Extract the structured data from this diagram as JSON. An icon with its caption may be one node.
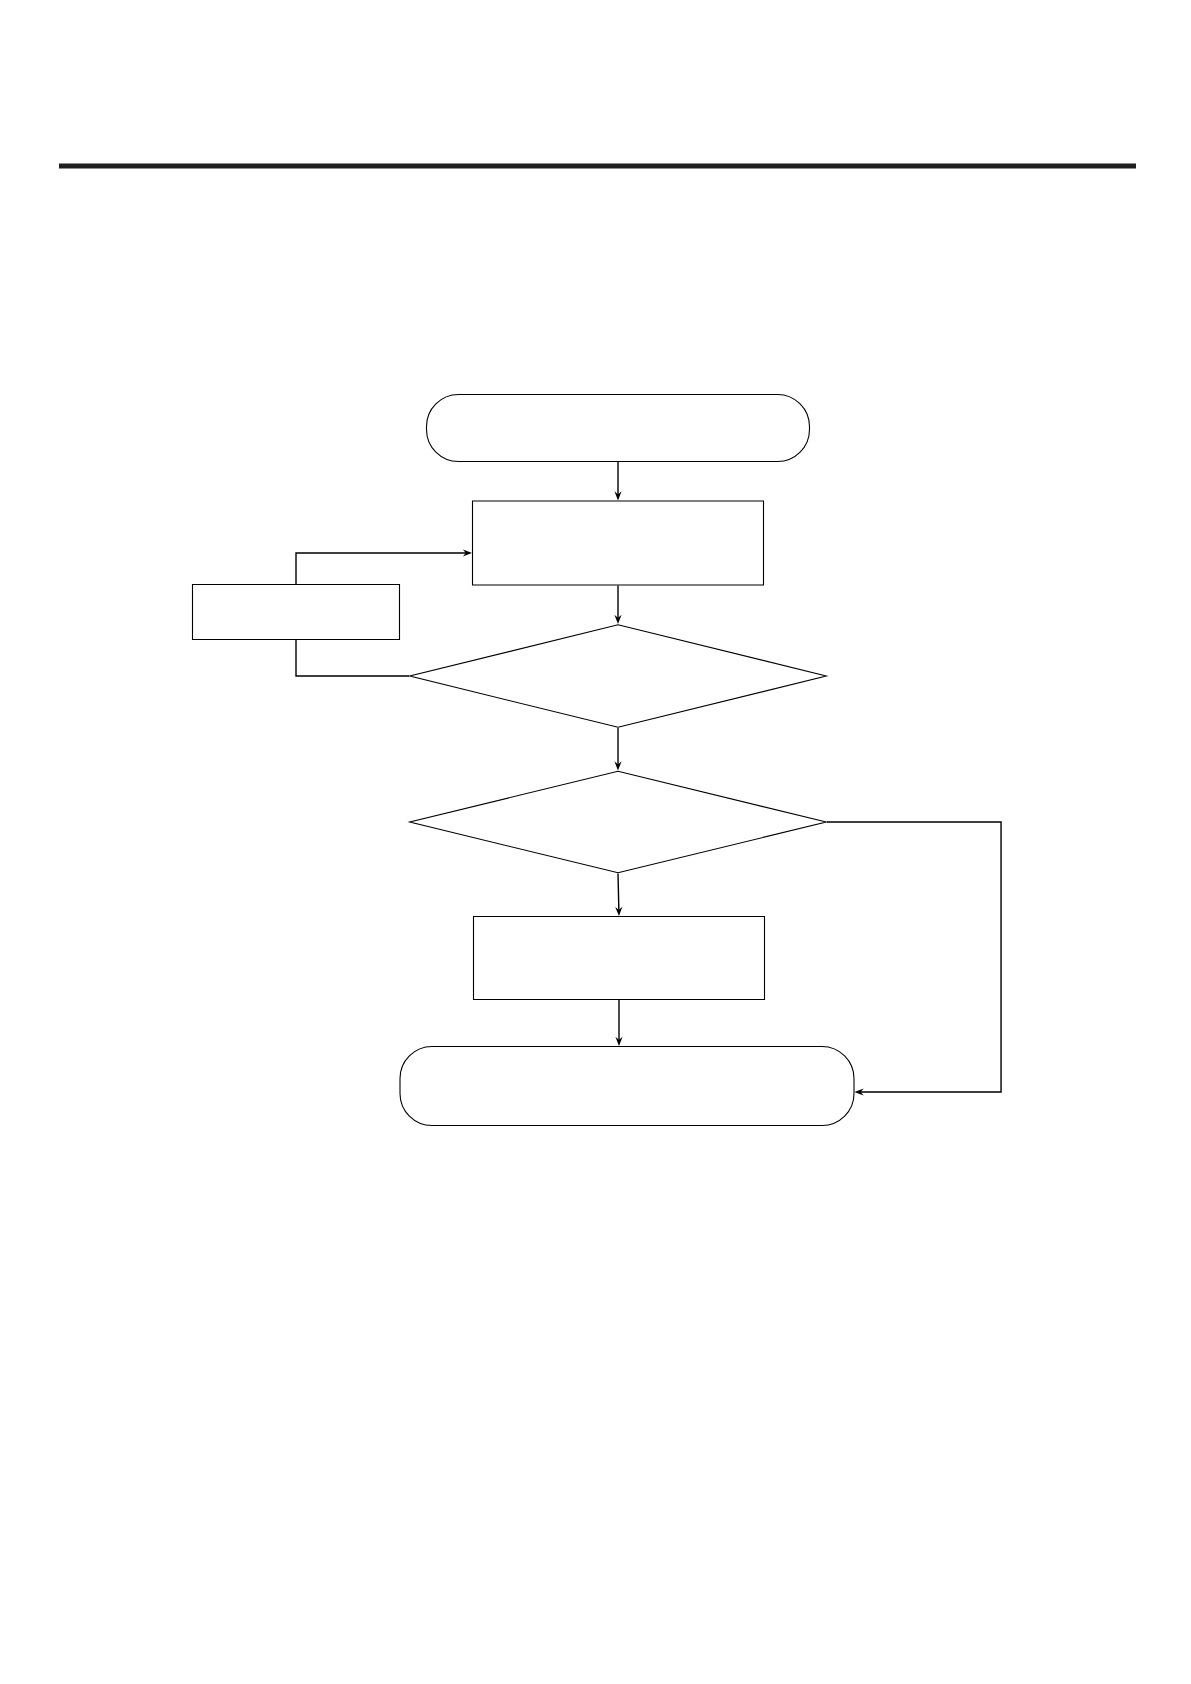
{
  "diagram": {
    "nodes": [
      {
        "text": [],
        "shape": "terminal"
      },
      {
        "text": [],
        "shape": "box"
      },
      {
        "text": [],
        "shape": "box"
      },
      {
        "text": [],
        "shape": "diamond"
      },
      {
        "text": [],
        "shape": "diamond"
      },
      {
        "text": [],
        "shape": "box"
      },
      {
        "text": [],
        "shape": "terminal"
      }
    ],
    "edges": [
      {
        "from": 0,
        "to": 1,
        "arrow": "to"
      },
      {
        "from": 1,
        "to": 3,
        "arrow": "to"
      },
      {
        "from": 3,
        "to": 2,
        "arrow": "none"
      },
      {
        "from": 2,
        "to": 1,
        "arrow": "to"
      },
      {
        "from": 3,
        "to": 4,
        "arrow": "to"
      },
      {
        "from": 4,
        "to": 5,
        "arrow": "to"
      },
      {
        "from": 5,
        "to": 6,
        "arrow": "to"
      },
      {
        "from": 4,
        "to": 6,
        "arrow": "to"
      }
    ]
  }
}
